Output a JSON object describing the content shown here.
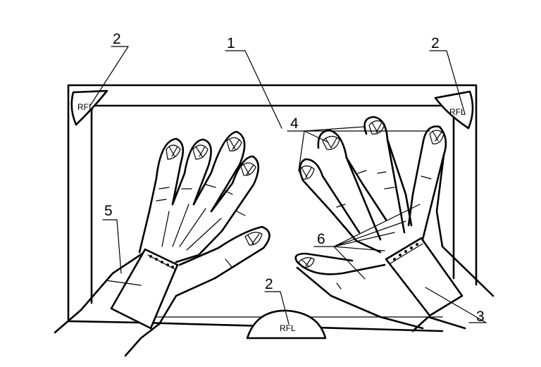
{
  "labels": {
    "display": "1",
    "reflector": "2",
    "ring_device": "3",
    "nail_markers": "4",
    "wrist_band": "5",
    "finger_links": "6"
  },
  "reflector_text": "RFL"
}
